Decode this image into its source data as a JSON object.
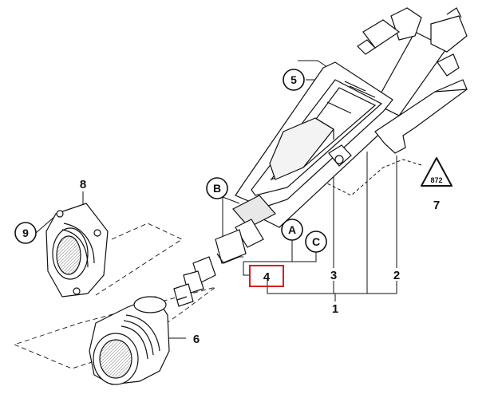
{
  "callouts": {
    "n1": "1",
    "n2": "2",
    "n3": "3",
    "n4": "4",
    "n5": "5",
    "n6": "6",
    "n7": "7",
    "n8": "8",
    "n9": "9",
    "a": "A",
    "b": "B",
    "c": "C"
  },
  "warning_symbol_text": "872",
  "colors": {
    "line": "#111111",
    "highlight_box": "#d42020",
    "part_fill": "#ffffff",
    "shade": "#d9d9d9"
  }
}
